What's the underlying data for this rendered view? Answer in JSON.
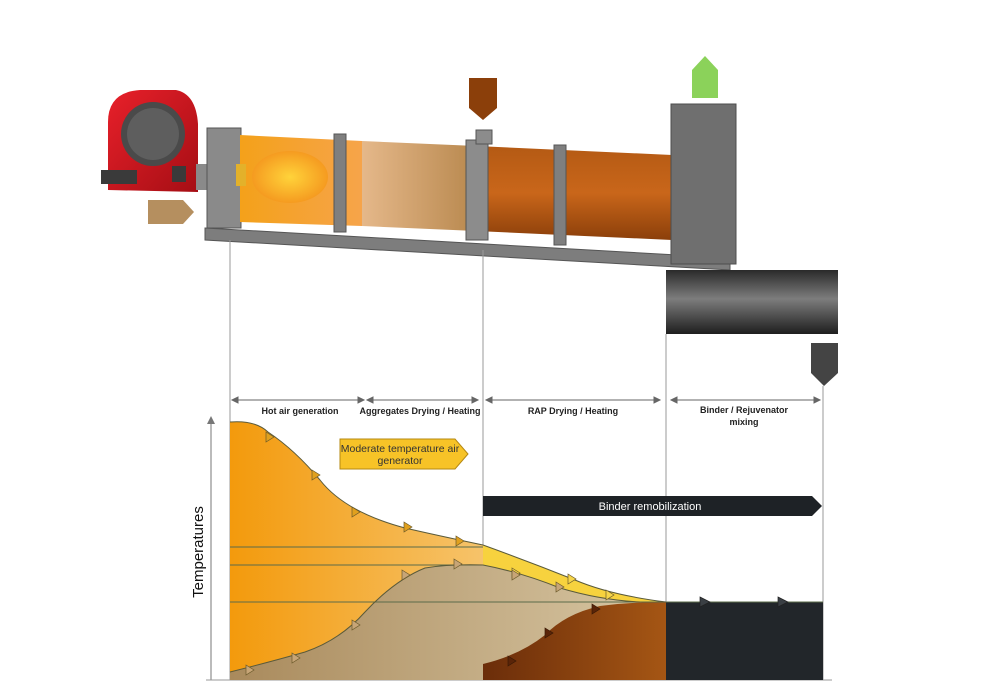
{
  "phases": {
    "hot_air": "Hot air generation",
    "aggregates": "Aggregates Drying / Heating",
    "rap": "RAP Drying / Heating",
    "binder_line1": "Binder / Rejuvenator",
    "binder_line2": "mixing"
  },
  "callouts": {
    "moderate_line1": "Moderate temperature air",
    "moderate_line2": "generator",
    "binder_remobilization": "Binder remobilization"
  },
  "axis": {
    "y_title": "Temperatures"
  },
  "colors": {
    "burner_red": "#c8141c",
    "drum_gray": "#777777",
    "aggregate_tan": "#b58f5f",
    "rap_brown": "#8b3f0a",
    "air_orange": "#f39a0c",
    "air_yellow": "#f7d23e",
    "binder_black": "#22262a",
    "exhaust_green": "#8bd25a"
  },
  "icons": {
    "aggregate_feed": "arrow-right-icon",
    "rap_feed": "arrow-down-icon",
    "exhaust": "arrow-up-icon",
    "binder_feed": "arrow-down-icon"
  }
}
